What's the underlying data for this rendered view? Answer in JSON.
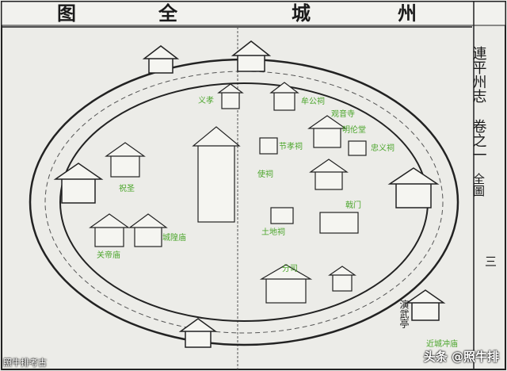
{
  "title_chars": {
    "c1": "图",
    "c2": "全",
    "c3": "城",
    "c4": "州"
  },
  "side_column": {
    "book_title": "連平州志",
    "volume": "卷之一",
    "section": "全圖",
    "page": "三"
  },
  "map_inscriptions": {
    "yanwu": "演武亭"
  },
  "labels": {
    "yi_li": "义孝",
    "niu_gong_ci": "牟公祠",
    "guan_ci": "观音寺",
    "ming_lun_tang": "明伦堂",
    "jie_xiao_ci": "节孝祠",
    "zhong_yi_ci": "忠义祠",
    "shi_ci": "使祠",
    "xi_men": "戟门",
    "zhu_sheng": "祝圣",
    "guan_di_miao": "关帝庙",
    "cheng_huang_miao": "城隍庙",
    "tu_di_ci": "土地祠",
    "fen_si": "分司",
    "jin_cheng_chong_miao": "近城冲庙"
  },
  "watermark": {
    "left": "照牛排考古",
    "right": "头条 @照牛排"
  },
  "colors": {
    "paper": "#ecece8",
    "ink": "#1a1a1a",
    "label_green": "#4aa52a",
    "watermark": "#ffffff"
  }
}
